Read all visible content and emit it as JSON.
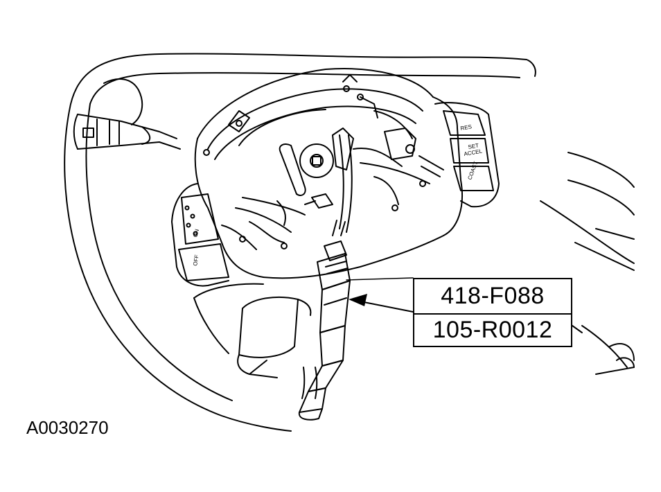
{
  "callout": {
    "tool_number_1": "418-F088",
    "tool_number_2": "105-R0012"
  },
  "figure_id": "A0030270",
  "button_labels": {
    "res": "RES",
    "set_accel_line1": "SET",
    "set_accel_line2": "ACCEL",
    "coast": "COAST",
    "on": "ON",
    "off": "OFF"
  },
  "colors": {
    "line": "#000000",
    "background": "#ffffff"
  }
}
